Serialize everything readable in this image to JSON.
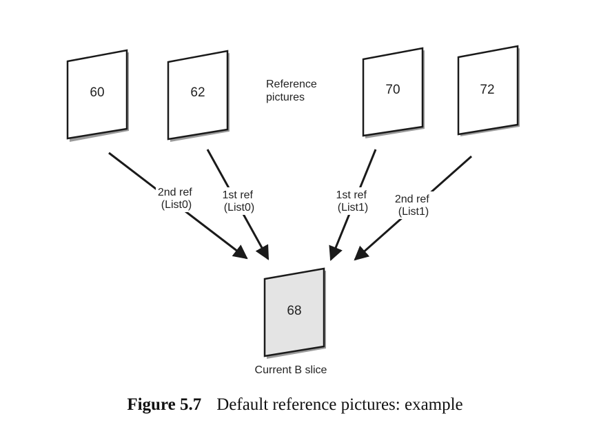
{
  "reference_frames": [
    {
      "number": "60",
      "list": "List0",
      "order": "2nd"
    },
    {
      "number": "62",
      "list": "List0",
      "order": "1st"
    },
    {
      "number": "70",
      "list": "List1",
      "order": "1st"
    },
    {
      "number": "72",
      "list": "List1",
      "order": "2nd"
    }
  ],
  "reference_label": [
    "Reference",
    "pictures"
  ],
  "current_frame": {
    "number": "68",
    "label": "Current B slice"
  },
  "arrows": [
    {
      "from": "60",
      "lines": [
        "2nd ref",
        "(List0)"
      ]
    },
    {
      "from": "62",
      "lines": [
        "1st ref",
        "(List0)"
      ]
    },
    {
      "from": "70",
      "lines": [
        "1st ref",
        "(List1)"
      ]
    },
    {
      "from": "72",
      "lines": [
        "2nd ref",
        "(List1)"
      ]
    }
  ],
  "caption": {
    "figure_number": "Figure 5.7",
    "text": "Default reference pictures: example"
  },
  "colors": {
    "frame_fill": "#ffffff",
    "current_fill": "#e4e4e4",
    "stroke": "#1a1a1a",
    "shadow": "#9a9a9a"
  }
}
